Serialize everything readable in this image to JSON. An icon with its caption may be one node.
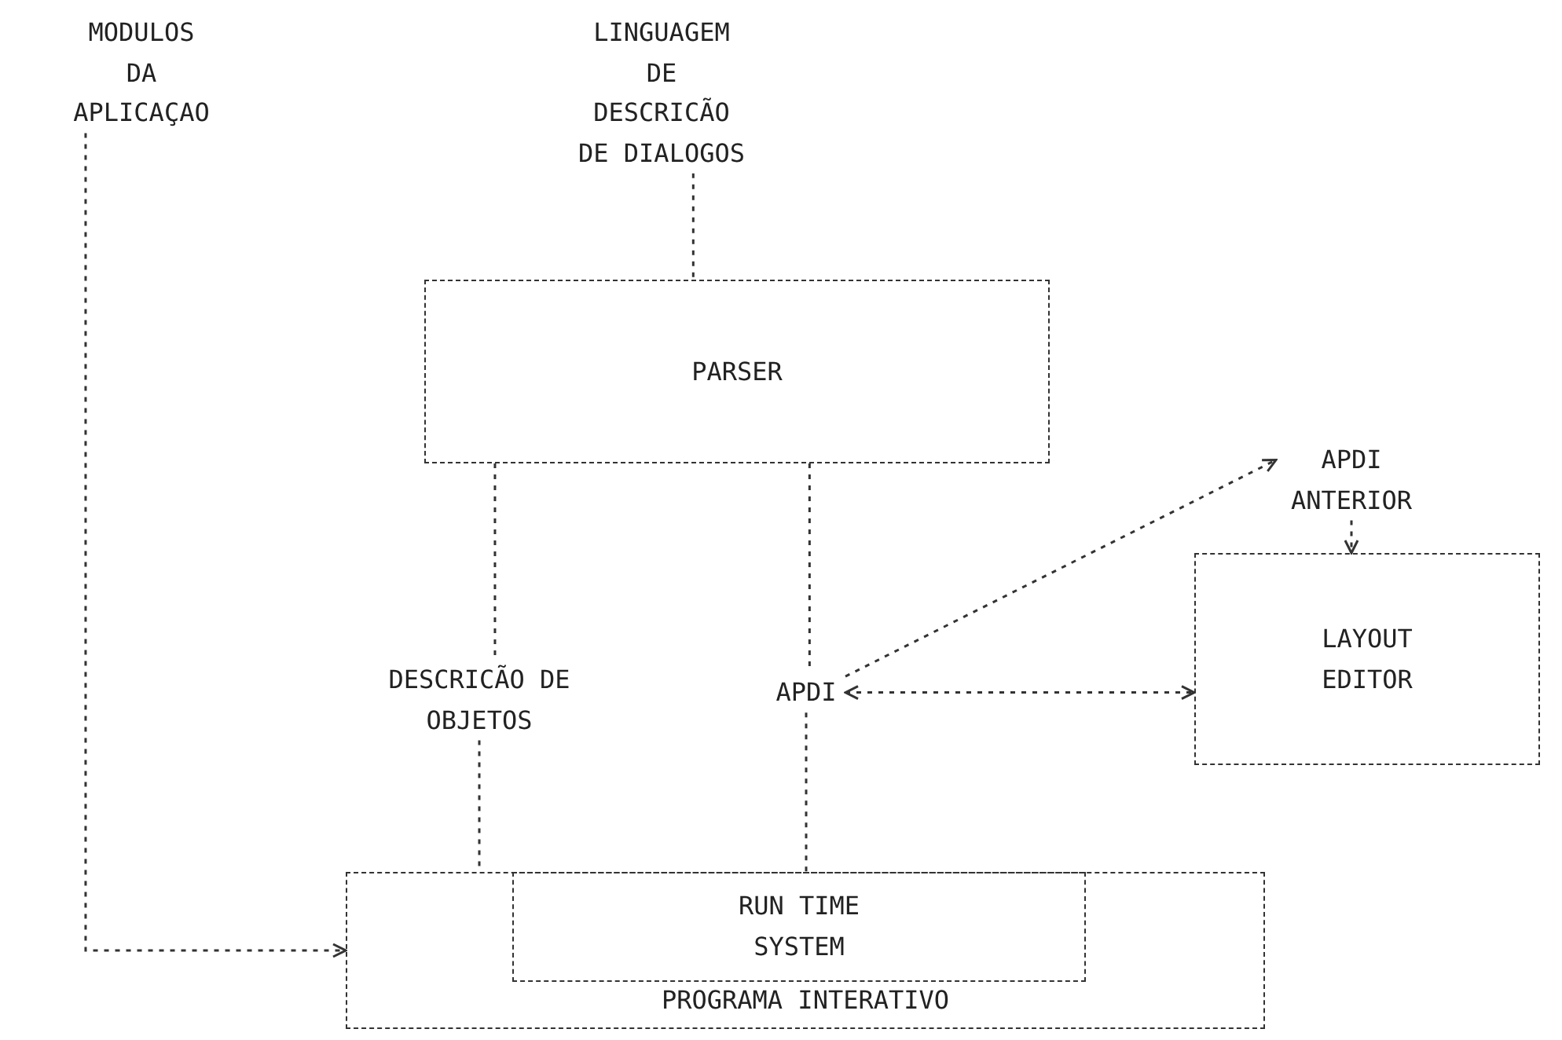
{
  "diagram": {
    "nodes": [
      {
        "text": [
          "MODULOS DA APLICAÇAO"
        ]
      },
      {
        "text": [
          "LINGUAGEM DE DESCRICÃO DE DIALOGOS"
        ]
      },
      {
        "text": [
          "PARSER"
        ]
      },
      {
        "text": [
          "APDI ANTERIOR"
        ]
      },
      {
        "text": [
          "DESCRICÃO DE OBJETOS"
        ]
      },
      {
        "text": [
          "APDI"
        ]
      },
      {
        "text": [
          "LAYOUT EDITOR"
        ]
      },
      {
        "text": [
          "PROGRAMA INTERATIVO"
        ]
      },
      {
        "text": [
          "RUN TIME SYSTEM"
        ],
        "in": 7
      }
    ],
    "edges": [
      {
        "from": 0,
        "to": 7,
        "arrow": "to"
      },
      {
        "from": 1,
        "to": 2,
        "arrow": "none"
      },
      {
        "from": 2,
        "to": 4,
        "arrow": "none"
      },
      {
        "from": 2,
        "to": 5,
        "arrow": "none"
      },
      {
        "from": 4,
        "to": 7,
        "arrow": "none"
      },
      {
        "from": 5,
        "to": 7,
        "arrow": "none"
      },
      {
        "from": 5,
        "to": 6,
        "arrow": "both"
      },
      {
        "from": 5,
        "to": 3,
        "arrow": "to"
      },
      {
        "from": 3,
        "to": 6,
        "arrow": "to"
      }
    ]
  }
}
